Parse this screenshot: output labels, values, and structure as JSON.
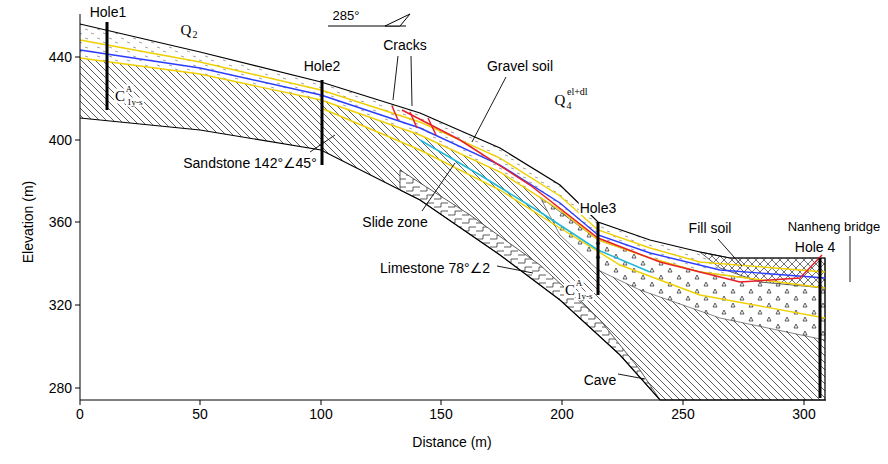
{
  "diagram": {
    "labels": [
      "Hole1",
      "Q",
      "2",
      "285°",
      "Hole2",
      "Cracks",
      "Gravel soil",
      "Q",
      "4",
      "el+dl",
      "C",
      "A",
      "1y-s",
      "Sandstone 142°∠45°",
      "Slide zone",
      "Hole3",
      "Limestone 78°∠2",
      "C",
      "A",
      "1y-s",
      "Fill soil",
      "Nanheng bridge",
      "Hole 4",
      "Cave",
      "440",
      "400",
      "360",
      "320",
      "280",
      "0",
      "50",
      "100",
      "150",
      "200",
      "250",
      "300",
      "Elevation (m)",
      "Distance (m)"
    ]
  }
}
